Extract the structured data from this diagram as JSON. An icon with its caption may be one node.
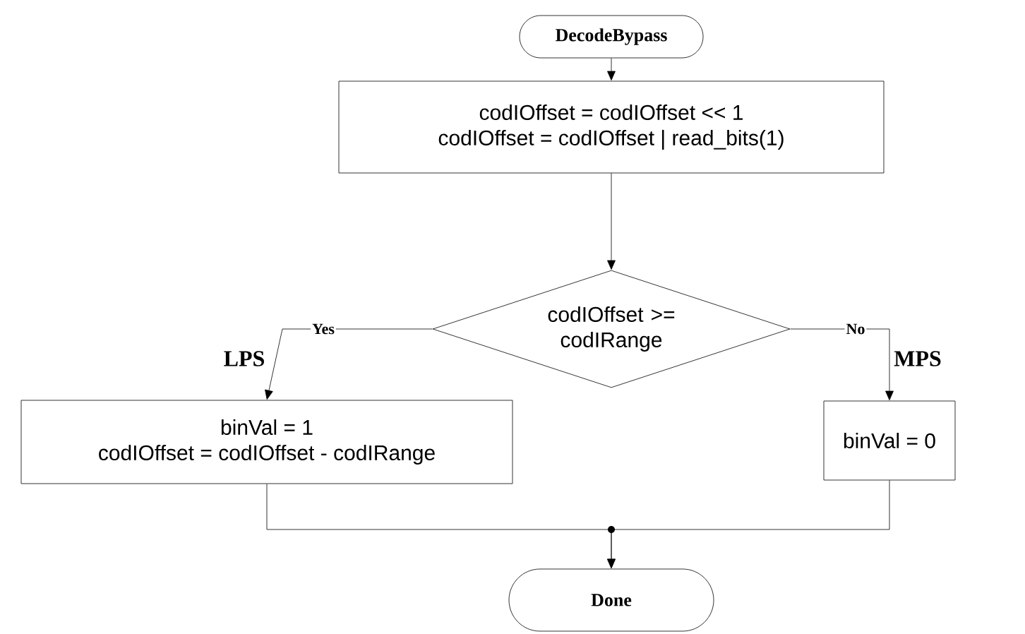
{
  "diagram": {
    "nodes": [
      {
        "text": [
          "DecodeBypass"
        ]
      },
      {
        "text": [
          "codIOffset = codIOffset << 1",
          "codIOffset = codIOffset | read_bits(1)"
        ]
      },
      {
        "text": [
          "codIOffset >= codIRange"
        ]
      },
      {
        "text": [
          "binVal = 1",
          "codIOffset = codIOffset - codIRange"
        ]
      },
      {
        "text": [
          "binVal = 0"
        ]
      },
      {
        "text": [
          "Done"
        ]
      }
    ],
    "edges": [
      {
        "from": 0,
        "to": 1,
        "arrow": "to"
      },
      {
        "from": 1,
        "to": 2,
        "arrow": "to"
      },
      {
        "from": 2,
        "to": 3,
        "arrow": "to",
        "label": "Yes"
      },
      {
        "from": 2,
        "to": 4,
        "arrow": "to",
        "label": "No"
      },
      {
        "from": 3,
        "to": 5,
        "arrow": "to"
      },
      {
        "from": 4,
        "to": 5,
        "arrow": "to"
      }
    ],
    "labels": [
      "LPS",
      "MPS"
    ]
  }
}
